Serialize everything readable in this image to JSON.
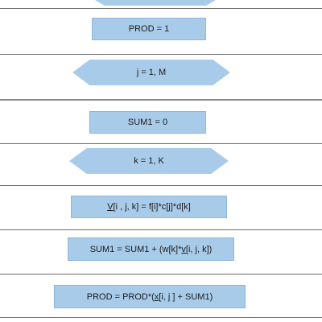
{
  "flowchart": {
    "prod_init": "PROD = 1",
    "loop_j": "j = 1, M",
    "sum_init": "SUM1 = 0",
    "loop_k": "k = 1, K",
    "v_assign": {
      "var": "V",
      "rest": "[i , j, k] = f[i]*c[j]*d[k]"
    },
    "sum_update": {
      "prefix": "SUM1 = SUM1 + (w[k]*",
      "var": "v",
      "suffix": "[i, j, k])"
    },
    "prod_update": {
      "prefix": "PROD = PROD*(",
      "var": "x",
      "suffix": "[i, j ] + SUM1)"
    }
  },
  "colors": {
    "box_fill": "#a9cbea",
    "divider": "#6b6b6b"
  }
}
